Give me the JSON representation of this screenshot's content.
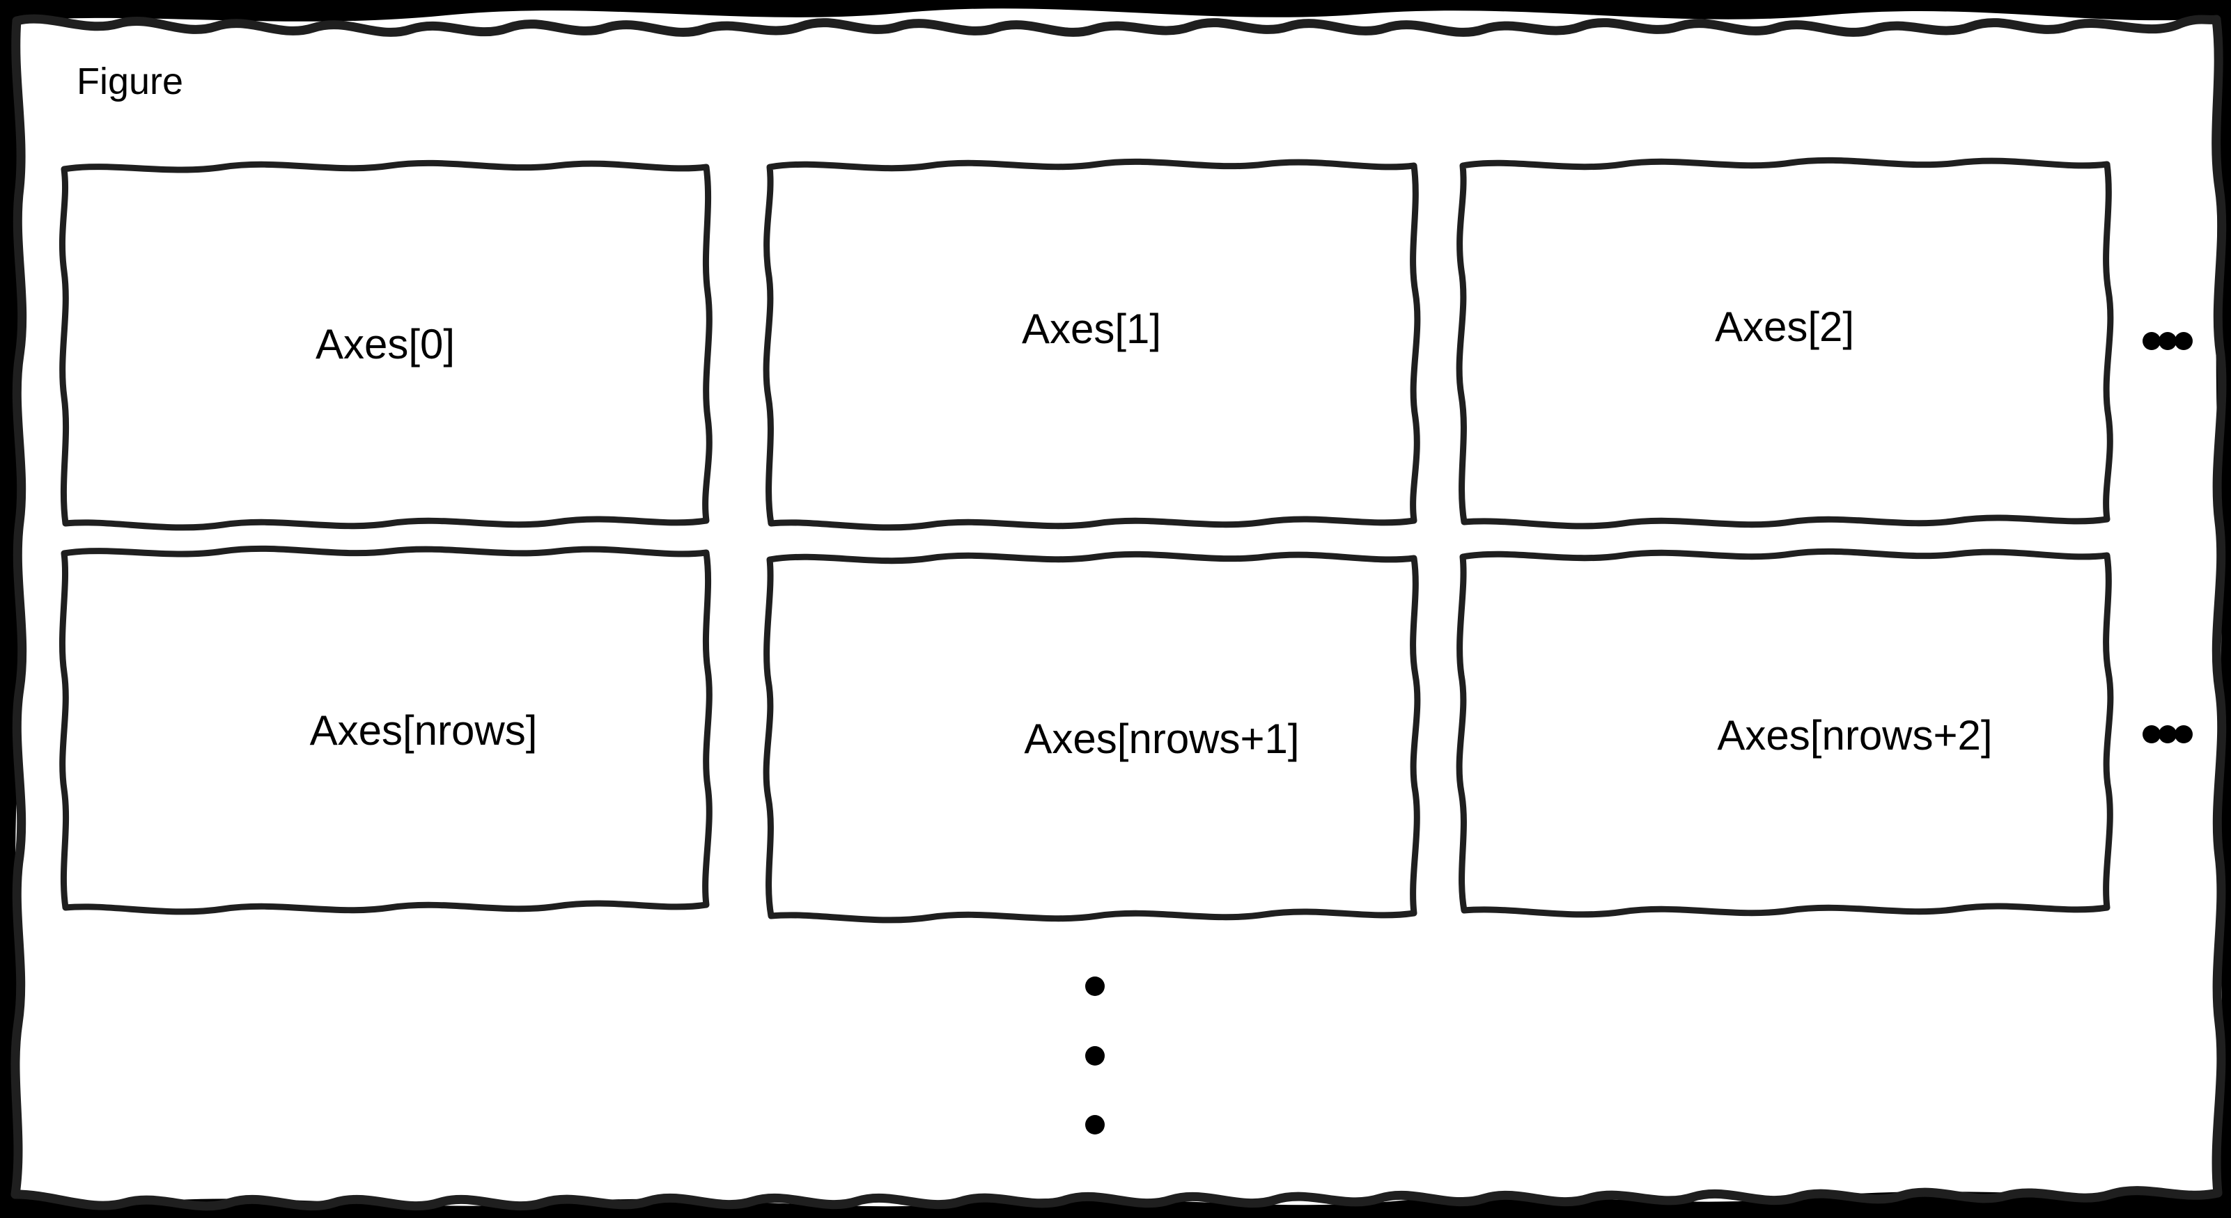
{
  "diagram": {
    "kind": "matplotlib-figure-axes-layout",
    "style": "hand-drawn-sketch",
    "background_color": "#000000",
    "paper_color": "#ffffff",
    "stroke_color": "#1f1f1f",
    "text_color": "#000000",
    "figure_label": "Figure",
    "rows": [
      {
        "row_index": 0,
        "axes": [
          {
            "label": "Axes[0]"
          },
          {
            "label": "Axes[1]"
          },
          {
            "label": "Axes[2]"
          }
        ],
        "trailing_ellipsis": "• • •"
      },
      {
        "row_index": 1,
        "axes": [
          {
            "label": "Axes[nrows]"
          },
          {
            "label": "Axes[nrows+1]"
          },
          {
            "label": "Axes[nrows+2]"
          }
        ],
        "trailing_ellipsis": "• • •"
      }
    ],
    "vertical_ellipsis": {
      "dots": 3,
      "meaning": "more rows continue below"
    },
    "horizontal_ellipsis": {
      "dots": 3,
      "meaning": "more columns continue to the right"
    }
  }
}
